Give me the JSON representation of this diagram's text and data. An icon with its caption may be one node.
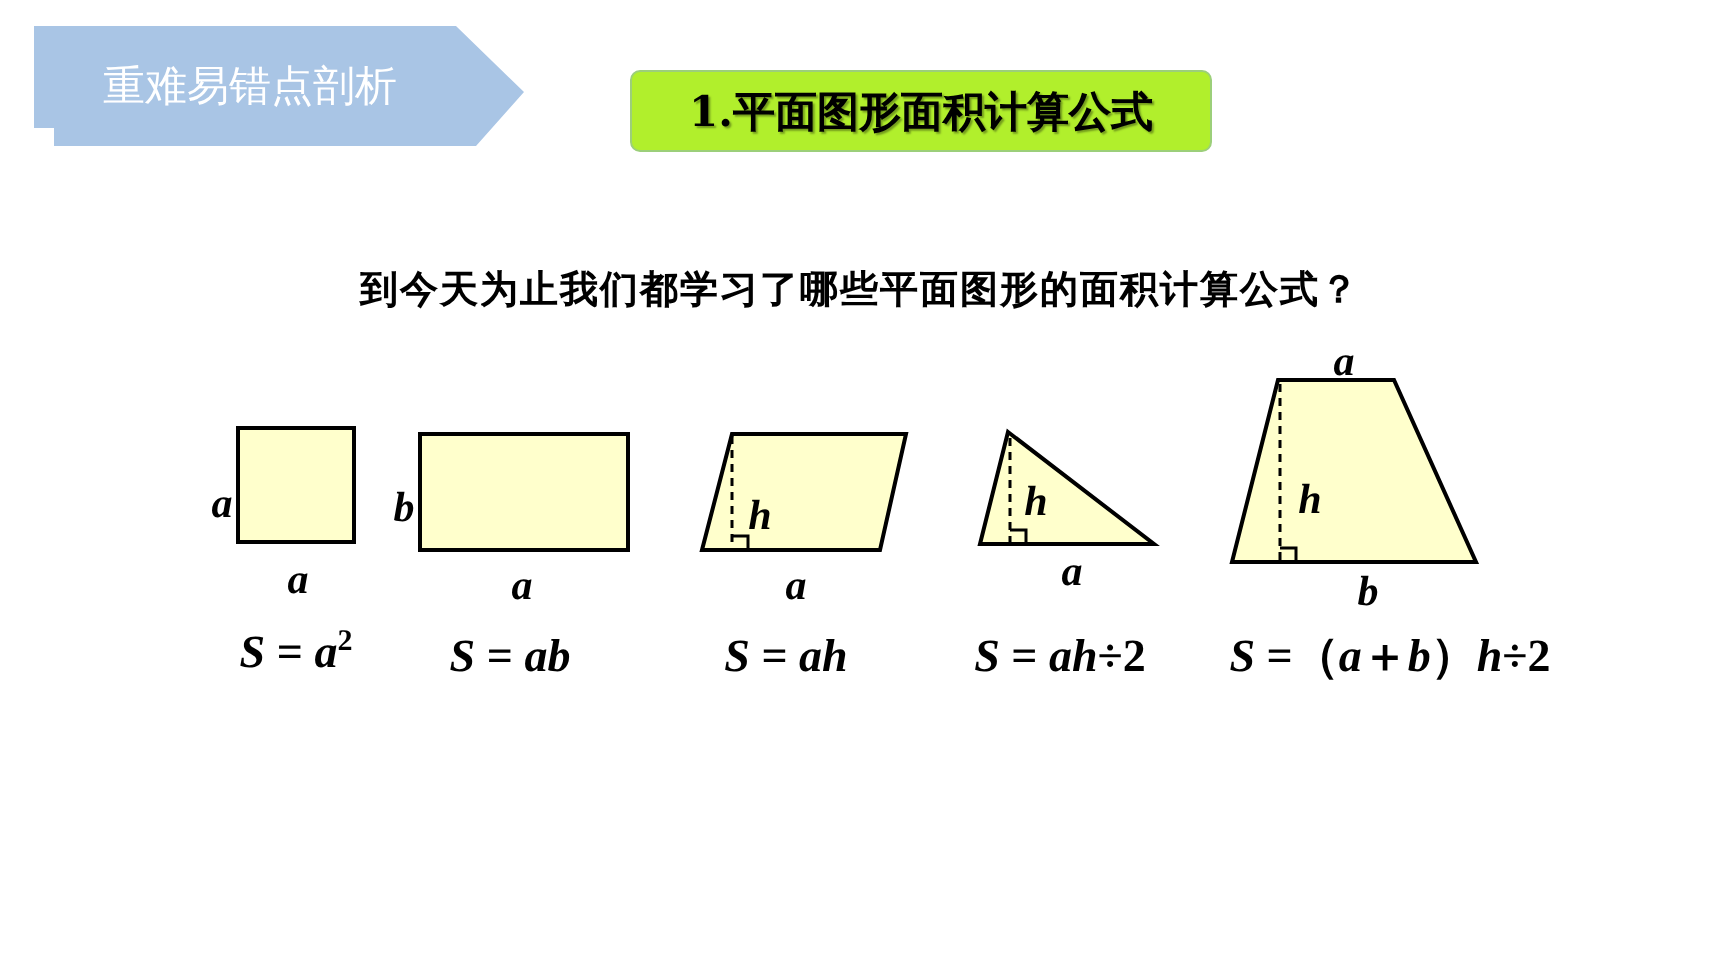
{
  "diagram": {
    "nodes": [
      {
        "text": [
          "重难易错点剖析"
        ]
      },
      {
        "text": [
          "1.平面图形面积计算公式"
        ]
      }
    ],
    "labels": [
      "到今天为止我们都学习了哪些平面图形的面积计算公式？",
      "a",
      "a",
      "b",
      "h",
      "h",
      "h",
      "a",
      "a",
      "a",
      "a",
      "b",
      "*S* = *a*$^{2}$",
      "*S* = *ab*",
      "*S* = *ah*",
      "*S* = *ah*÷2",
      "*S* =（*a*＋*b*）*h*÷2"
    ]
  }
}
